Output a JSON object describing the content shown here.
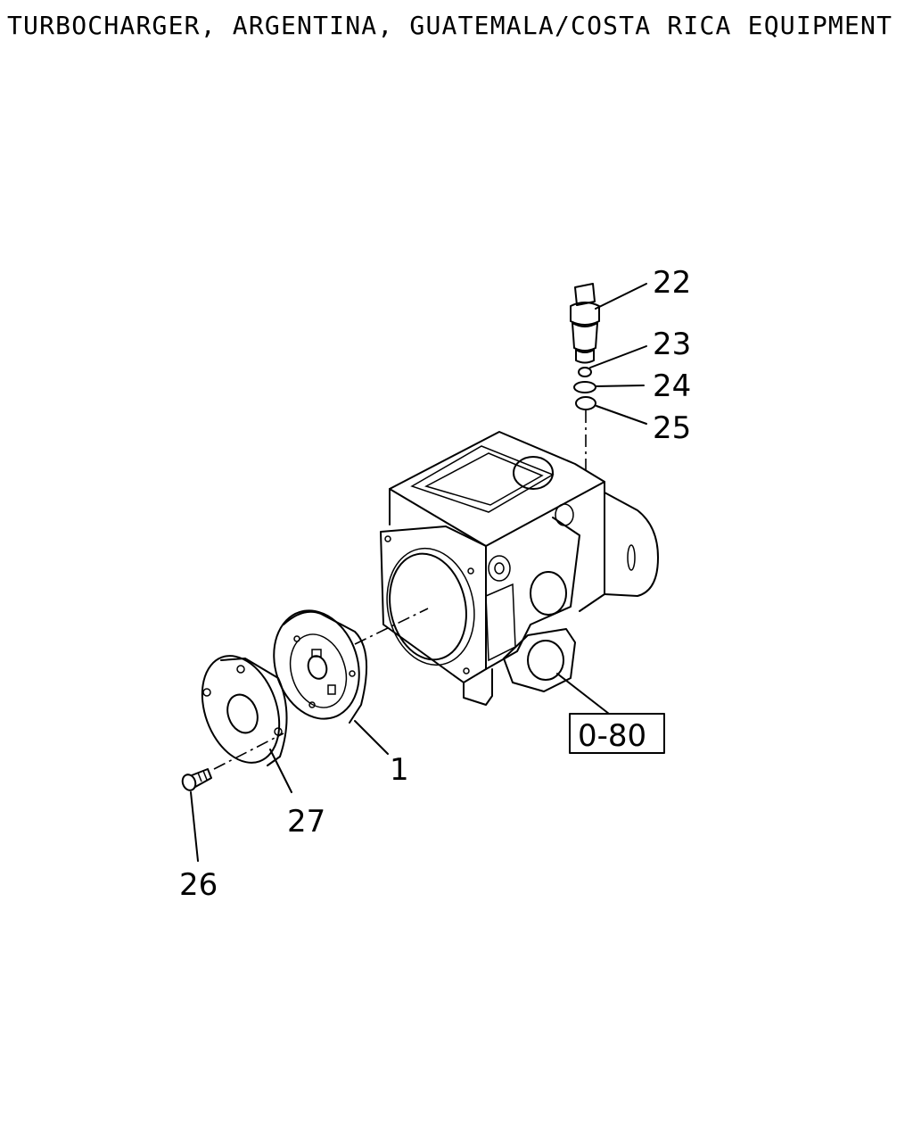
{
  "title": "TURBOCHARGER, ARGENTINA, GUATEMALA/COSTA RICA EQUIPMENT",
  "callouts": [
    {
      "id": "22",
      "text": "22"
    },
    {
      "id": "23",
      "text": "23"
    },
    {
      "id": "24",
      "text": "24"
    },
    {
      "id": "25",
      "text": "25"
    },
    {
      "id": "1",
      "text": "1"
    },
    {
      "id": "27",
      "text": "27"
    },
    {
      "id": "26",
      "text": "26"
    }
  ],
  "reference_box": {
    "text": "0-80"
  }
}
